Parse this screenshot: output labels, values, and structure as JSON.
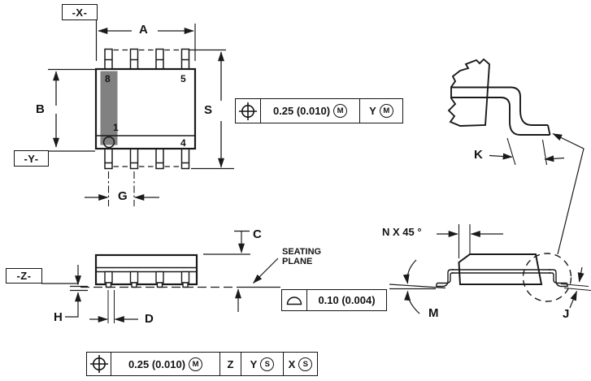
{
  "colors": {
    "line": "#1a1a1a",
    "gray_bar": "#818181",
    "background": "#ffffff"
  },
  "top_view": {
    "datum_x": "-X-",
    "datum_y": "-Y-",
    "dims": {
      "a": "A",
      "b": "B",
      "s": "S",
      "g": "G"
    },
    "pin_numbers": {
      "pin8": "8",
      "pin5": "5",
      "pin1": "1",
      "pin4": "4"
    },
    "tolerance_frame": {
      "value": "0.25 (0.010)",
      "modifier": "M",
      "datum1": "Y",
      "datum1_modifier": "M"
    }
  },
  "side_view": {
    "datum_z": "-Z-",
    "dims": {
      "c": "C",
      "d": "D",
      "h": "H"
    },
    "seating_plane_label": {
      "line1": "SEATING",
      "line2": "PLANE"
    },
    "flatness_frame": {
      "value": "0.10 (0.004)"
    }
  },
  "lead_detail_view": {
    "dims": {
      "k": "K"
    }
  },
  "end_view": {
    "chamfer_label": "N X 45 °",
    "dims": {
      "m": "M",
      "j": "J"
    }
  },
  "bottom_tolerance_frame": {
    "value": "0.25 (0.010)",
    "modifier": "M",
    "datum1": "Z",
    "datum2": "Y",
    "datum2_modifier": "S",
    "datum3": "X",
    "datum3_modifier": "S"
  }
}
